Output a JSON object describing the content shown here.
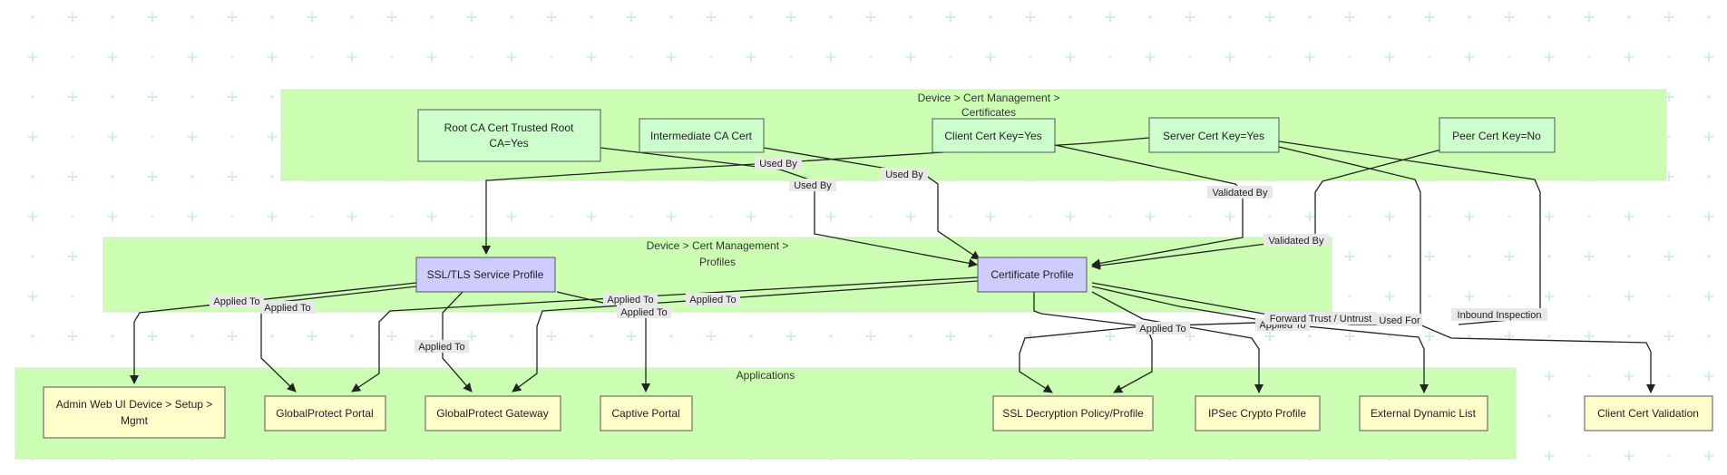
{
  "colors": {
    "group_fill": "#ccffb3",
    "group_stroke": "#d6e9c6",
    "cert_fill": "#ccffcc",
    "profile_fill": "#ccccff",
    "app_fill": "#ffffcc",
    "node_stroke": "#555555",
    "edge": "#222222",
    "label_bg": "#e8e8e8",
    "grid": "#d3ecec"
  },
  "groups": {
    "certificates": {
      "line1": "Device > Cert Management >",
      "line2": "Certificates"
    },
    "profiles": {
      "line1": "Device > Cert Management >",
      "line2": "Profiles"
    },
    "applications": {
      "line1": "Applications"
    }
  },
  "nodes": {
    "root_ca": {
      "line1": "Root CA Cert Trusted Root",
      "line2": "CA=Yes"
    },
    "intermediate_ca": {
      "line1": "Intermediate CA Cert"
    },
    "client_cert": {
      "line1": "Client Cert Key=Yes"
    },
    "server_cert": {
      "line1": "Server Cert Key=Yes"
    },
    "peer_cert": {
      "line1": "Peer Cert Key=No"
    },
    "ssl_tls_profile": {
      "line1": "SSL/TLS Service Profile"
    },
    "certificate_profile": {
      "line1": "Certificate Profile"
    },
    "admin_web_ui": {
      "line1": "Admin Web UI Device > Setup >",
      "line2": "Mgmt"
    },
    "globalprotect_portal": {
      "line1": "GlobalProtect Portal"
    },
    "globalprotect_gateway": {
      "line1": "GlobalProtect Gateway"
    },
    "captive_portal": {
      "line1": "Captive Portal"
    },
    "ssl_decryption": {
      "line1": "SSL Decryption Policy/Profile"
    },
    "ipsec_crypto": {
      "line1": "IPSec Crypto Profile"
    },
    "external_dynamic_list": {
      "line1": "External Dynamic List"
    },
    "client_cert_validation": {
      "line1": "Client Cert Validation"
    }
  },
  "edges": [
    {
      "id": "server-to-ssl",
      "label": "Used By"
    },
    {
      "id": "root-to-certprofile",
      "label": "Used By"
    },
    {
      "id": "intermediate-to-certprofile",
      "label": "Used By"
    },
    {
      "id": "client-to-certprofile",
      "label": "Validated By"
    },
    {
      "id": "peer-to-certprofile",
      "label": "Validated By"
    },
    {
      "id": "ssl-to-admin",
      "label": "Applied To"
    },
    {
      "id": "ssl-to-portal",
      "label": "Applied To"
    },
    {
      "id": "ssl-to-gateway",
      "label": "Applied To"
    },
    {
      "id": "ssl-to-captive",
      "label": "Applied To"
    },
    {
      "id": "certprofile-to-portal",
      "label": "Applied To"
    },
    {
      "id": "certprofile-to-gateway",
      "label": "Applied To"
    },
    {
      "id": "certprofile-to-ssldecrypt",
      "label": "Applied To"
    },
    {
      "id": "certprofile-to-ipsec",
      "label": "Applied To"
    },
    {
      "id": "certprofile-to-edl",
      "label": "Forward Trust / Untrust"
    },
    {
      "id": "certprofile-to-clientval",
      "label": "Used For"
    },
    {
      "id": "server-to-ssldecrypt",
      "label": "Inbound Inspection"
    }
  ]
}
